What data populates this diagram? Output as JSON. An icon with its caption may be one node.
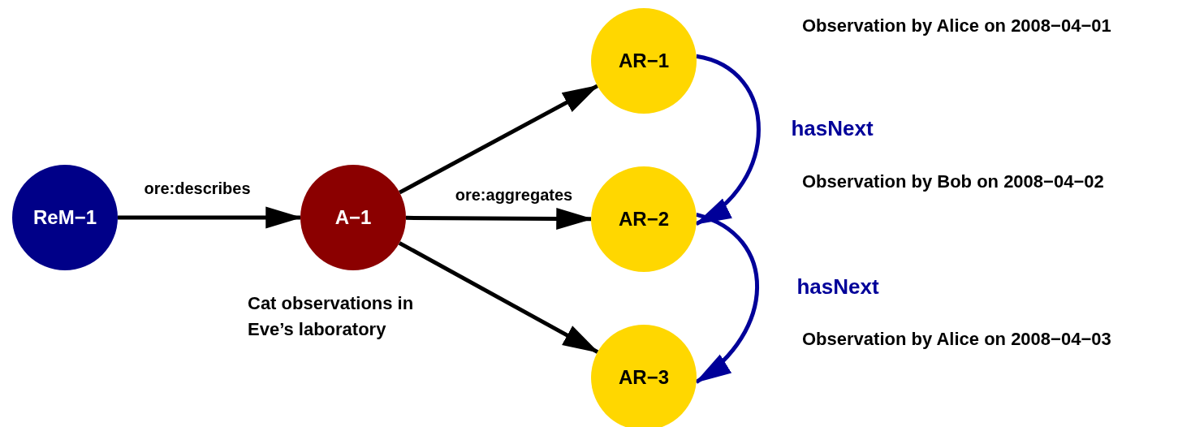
{
  "diagram": {
    "nodes": [
      {
        "text": [
          "ReM−1"
        ]
      },
      {
        "text": [
          "A−1"
        ],
        "beside": [
          "Cat observations in Eve’s laboratory"
        ]
      },
      {
        "text": [
          "AR−1"
        ]
      },
      {
        "text": [
          "AR−2"
        ]
      },
      {
        "text": [
          "AR−3"
        ]
      }
    ],
    "edges": [
      {
        "from": 0,
        "to": 1,
        "arrow": "to",
        "label": "ore:describes"
      },
      {
        "from": 1,
        "to": 2,
        "arrow": "to"
      },
      {
        "from": 1,
        "to": 3,
        "arrow": "to",
        "label": "ore:aggregates"
      },
      {
        "from": 1,
        "to": 4,
        "arrow": "to"
      },
      {
        "from": 2,
        "to": 3,
        "arrow": "to",
        "label": "hasNext",
        "color": "#000099"
      },
      {
        "from": 3,
        "to": 4,
        "arrow": "to",
        "label": "hasNext",
        "color": "#000099"
      }
    ],
    "labels": [
      "Observation by Alice on 2008−04−01",
      "Observation by Bob on 2008−04−02",
      "Observation by Alice on 2008−04−03"
    ]
  }
}
